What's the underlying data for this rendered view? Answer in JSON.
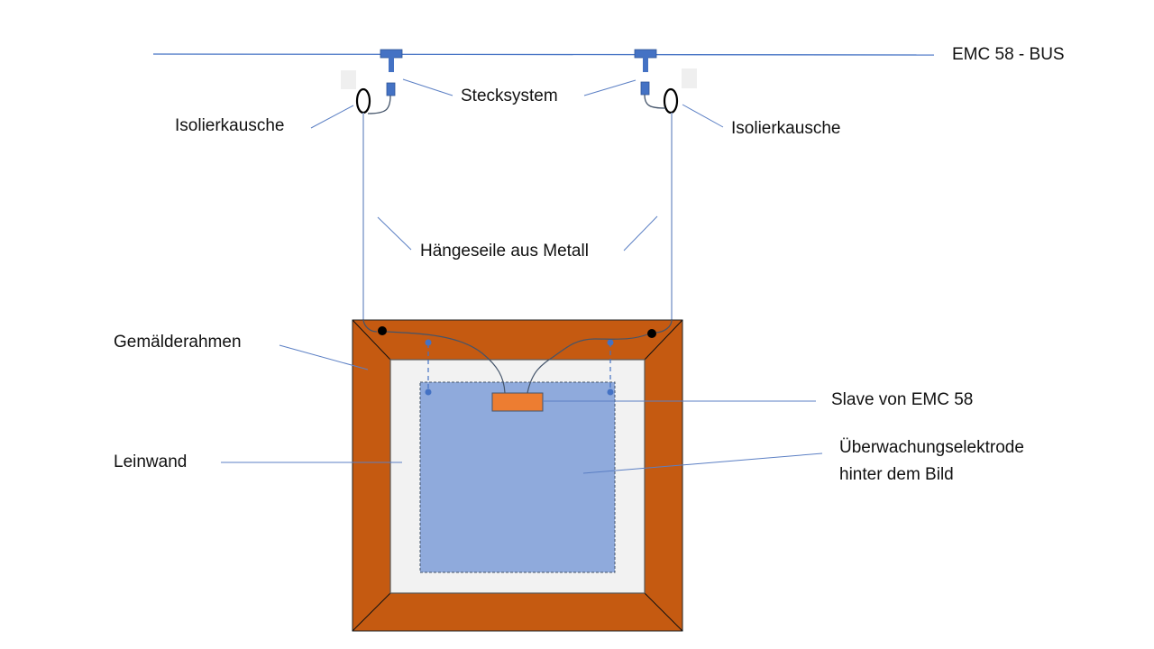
{
  "diagram": {
    "bus": {
      "label": "EMC 58 - BUS"
    },
    "connector": {
      "label": "Stecksystem"
    },
    "thimble_left": {
      "label": "Isolierkausche"
    },
    "thimble_right": {
      "label": "Isolierkausche"
    },
    "cables": {
      "label": "Hängeseile aus Metall"
    },
    "frame": {
      "label": "Gemälderahmen"
    },
    "canvas": {
      "label": "Leinwand"
    },
    "slave": {
      "label": "Slave von EMC 58"
    },
    "electrode": {
      "line1": "Überwachungselektrode",
      "line2": "hinter dem Bild"
    },
    "colors": {
      "line": "#4472c4",
      "leader": "#5b7fc4",
      "frame": "#c55a11",
      "canvas": "#f2f2f2",
      "electrode": "#8faadc",
      "slave": "#ed7d31",
      "connector": "#4472c4"
    }
  }
}
